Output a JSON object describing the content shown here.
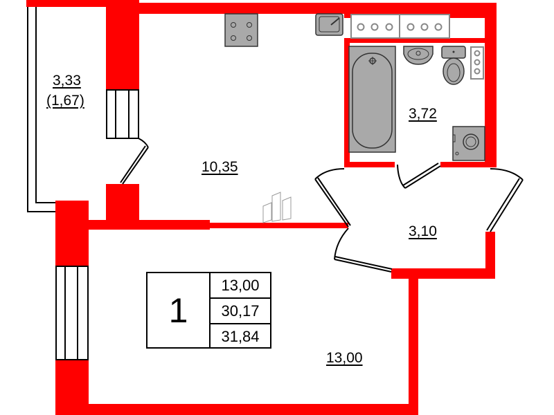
{
  "plan": {
    "wall_color": "#ff0000",
    "fixture_color": "#a9a9a9",
    "rooms": [
      {
        "id": "balcony",
        "area": "3,33",
        "area_sub": "(1,67)"
      },
      {
        "id": "kitchen",
        "area": "10,35"
      },
      {
        "id": "bathroom",
        "area": "3,72"
      },
      {
        "id": "hallway",
        "area": "3,10"
      },
      {
        "id": "living-room",
        "area": "13,00"
      }
    ],
    "summary": {
      "room_count": "1",
      "living_area": "13,00",
      "total_area": "30,17",
      "total_area_with_balcony": "31,84"
    }
  }
}
